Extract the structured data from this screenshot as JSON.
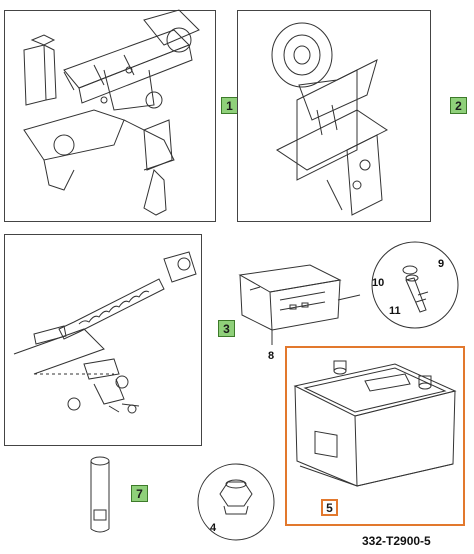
{
  "callouts": {
    "c1": "1",
    "c2": "2",
    "c3": "3",
    "c4": "4",
    "c5": "5",
    "c7": "7",
    "c8": "8",
    "c9": "9",
    "c10": "10",
    "c11": "11"
  },
  "figure_id": "332-T2900-5",
  "colors": {
    "callout_green": "#8fd07a",
    "highlight_orange": "#e2782d",
    "line": "#333333"
  }
}
